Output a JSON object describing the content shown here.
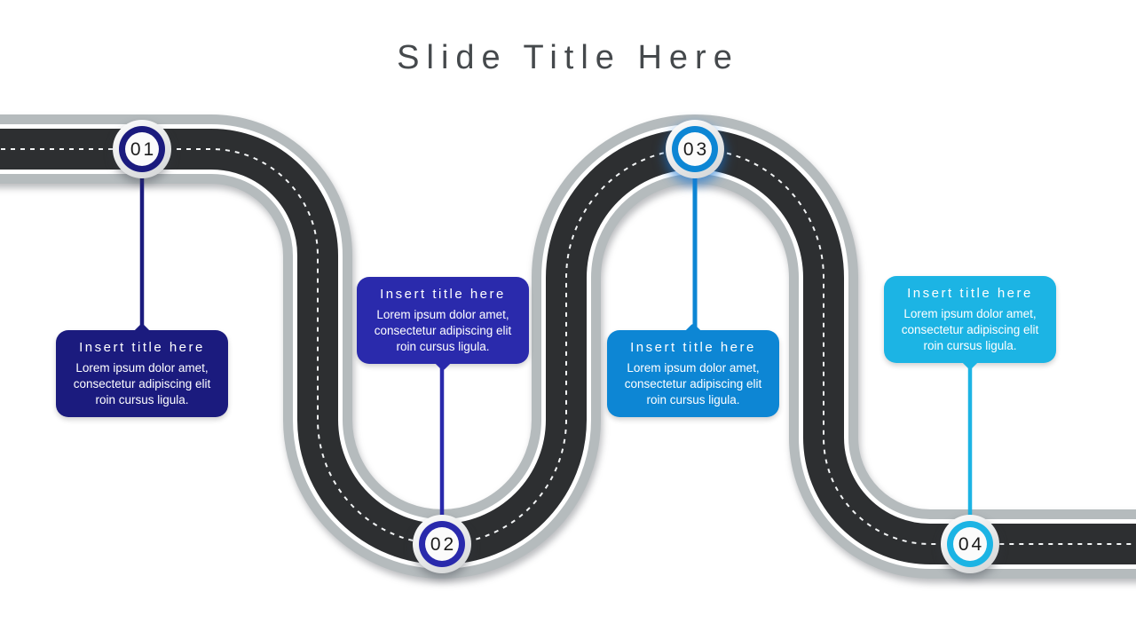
{
  "slide": {
    "title": "Slide Title Here"
  },
  "colors": {
    "background": "#ffffff",
    "title_text": "#45494c",
    "road_asphalt": "#2d2f31",
    "road_shoulder": "#b5bbbd",
    "road_edge_line": "#ffffff",
    "road_center_dash": "#f2f4f5",
    "milestone_1": "#1b1b7e",
    "milestone_2": "#2a2aac",
    "milestone_3": "#0d86d4",
    "milestone_4": "#1cb4e4"
  },
  "milestones": [
    {
      "number": "01",
      "color": "#1b1b7e",
      "card": {
        "title": "Insert title here",
        "body": "Lorem ipsum dolor amet, consectetur adipiscing elit roin cursus ligula."
      }
    },
    {
      "number": "02",
      "color": "#2a2aac",
      "card": {
        "title": "Insert title here",
        "body": "Lorem ipsum dolor amet, consectetur adipiscing elit roin cursus ligula."
      }
    },
    {
      "number": "03",
      "color": "#0d86d4",
      "card": {
        "title": "Insert title here",
        "body": "Lorem ipsum dolor amet, consectetur adipiscing elit roin cursus ligula."
      }
    },
    {
      "number": "04",
      "color": "#1cb4e4",
      "card": {
        "title": "Insert title here",
        "body": "Lorem ipsum dolor amet, consectetur adipiscing elit roin cursus ligula."
      }
    }
  ]
}
